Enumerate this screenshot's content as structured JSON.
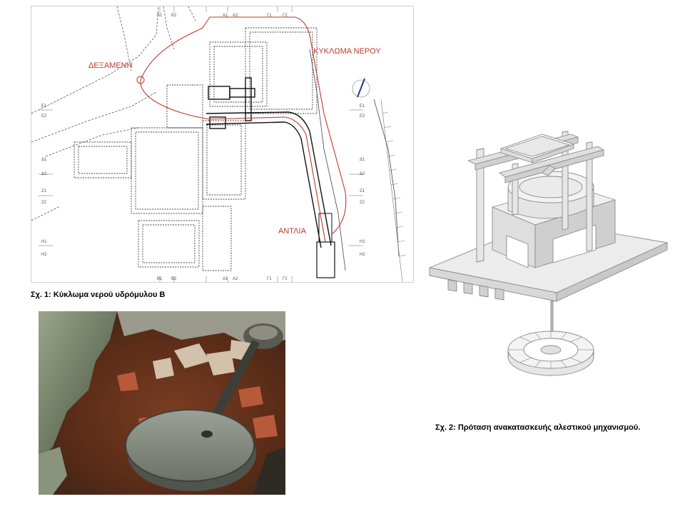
{
  "figure1": {
    "caption": "Σχ. 1: Κύκλωμα νερού υδρόμυλου Β",
    "labels": {
      "reservoir": "ΔΕΞΑΜΕΝΗ",
      "water_circuit": "ΚΥΚΛΩΜΑ ΝΕΡΟΥ",
      "pump": "ΑΝΤΛΙΑ"
    },
    "grid_top": [
      "Β1",
      "Β2",
      "Α1",
      "Α2",
      "Γ1",
      "Γ2"
    ],
    "grid_bottom": [
      "Β1",
      "Β2",
      "Α1",
      "Α2",
      "Γ1",
      "Γ2"
    ],
    "grid_left": [
      "Ε1",
      "Ε2",
      "Δ1",
      "Δ2",
      "Ζ1",
      "Ζ2",
      "Η1",
      "Η2"
    ],
    "grid_right": [
      "Ε1",
      "Ε2",
      "Δ1",
      "Δ2",
      "Ζ1",
      "Ζ2",
      "Η1",
      "Η2"
    ]
  },
  "figure2": {
    "caption": "Σχ. 2: Πρόταση ανακατασκευής αλεστικού μηχανισμού."
  },
  "colors": {
    "circuit_red": "#c0392b",
    "plan_line": "#333333",
    "iso_fill": "#e9e9e9",
    "iso_stroke": "#8a8a8a"
  }
}
